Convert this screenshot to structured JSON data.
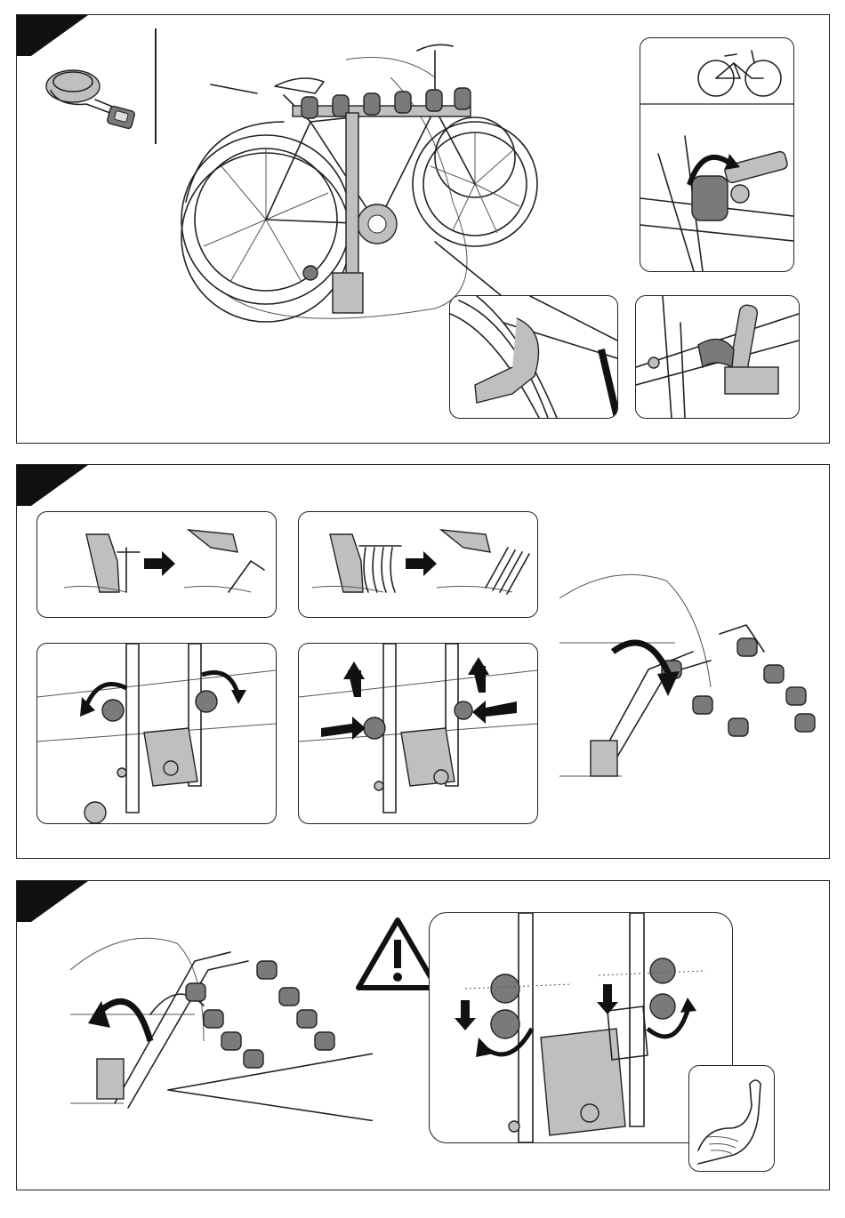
{
  "document": {
    "panels": [
      {
        "id": "step-1",
        "description_hidden": true
      },
      {
        "id": "step-2",
        "description_hidden": true
      },
      {
        "id": "step-3",
        "description_hidden": true
      }
    ]
  },
  "colors": {
    "line": "#222222",
    "part_fill": "#bfbfbf",
    "dark_fill": "#7a7a7a",
    "arrow": "#111111"
  },
  "icons": {
    "strap": "strap-icon",
    "warning": "warning-triangle-icon",
    "strength": "flexed-arm-icon",
    "rotate": "curved-arrow-icon",
    "push": "push-arrow-icon"
  }
}
